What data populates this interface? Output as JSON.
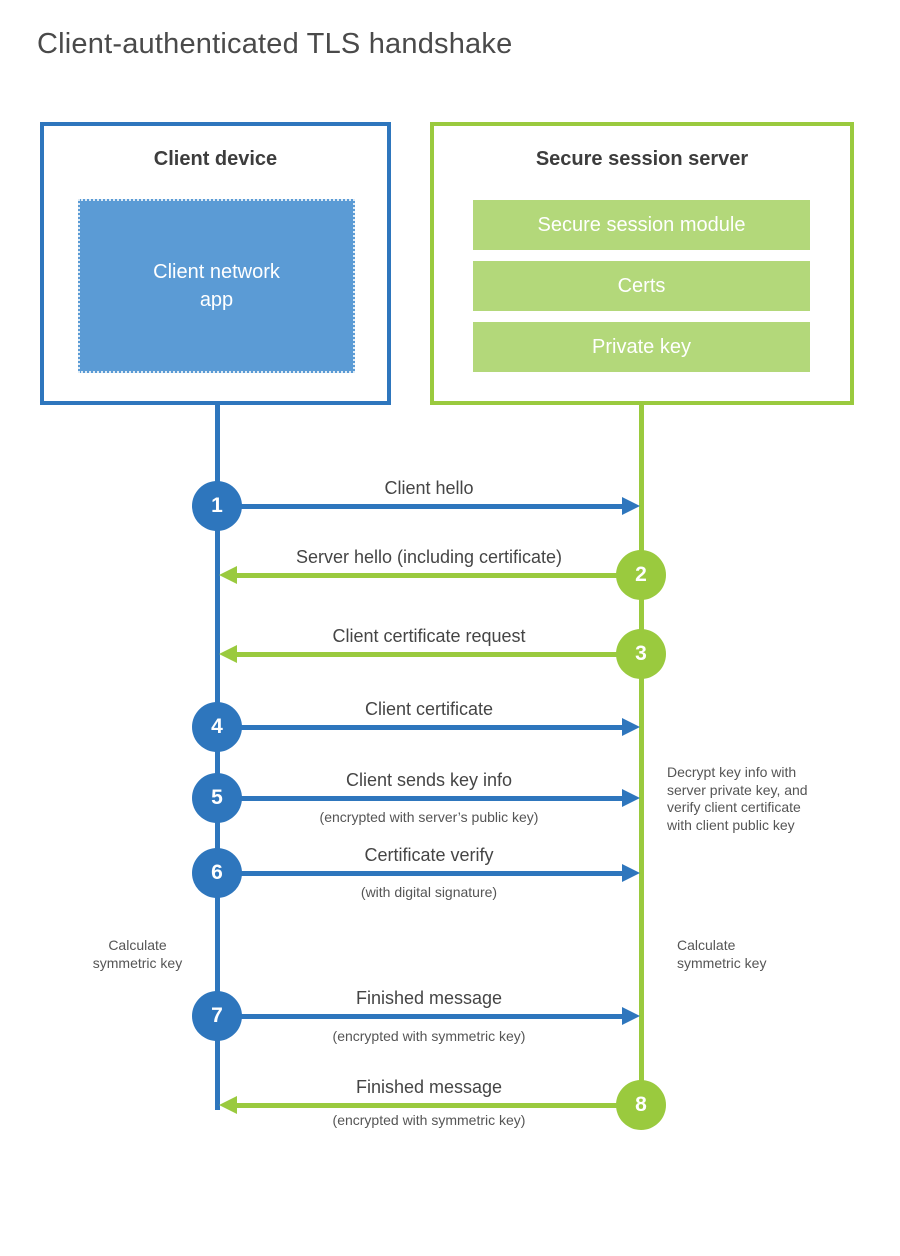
{
  "title": "Client-authenticated TLS handshake",
  "colors": {
    "blue_primary": "#2e76bd",
    "blue_fill": "#5b9bd5",
    "green_primary": "#9aca3e",
    "green_fill": "#b3d87a",
    "heading_text": "#3d3d3d",
    "label_text": "#454545",
    "note_text": "#555555"
  },
  "client_box": {
    "heading": "Client device",
    "app_label": "Client network\napp"
  },
  "server_box": {
    "heading": "Secure session server",
    "modules": [
      "Secure session module",
      "Certs",
      "Private key"
    ]
  },
  "steps": [
    {
      "number": "1",
      "label": "Client hello",
      "from": "client",
      "to": "server"
    },
    {
      "number": "2",
      "label": "Server hello (including certificate)",
      "from": "server",
      "to": "client"
    },
    {
      "number": "3",
      "label": "Client certificate request",
      "from": "server",
      "to": "client"
    },
    {
      "number": "4",
      "label": "Client certificate",
      "from": "client",
      "to": "server"
    },
    {
      "number": "5",
      "label": "Client sends key info",
      "sublabel": "(encrypted with server’s public key)",
      "from": "client",
      "to": "server"
    },
    {
      "number": "6",
      "label": "Certificate verify",
      "sublabel": "(with digital signature)",
      "from": "client",
      "to": "server"
    },
    {
      "number": "7",
      "label": "Finished message",
      "sublabel": "(encrypted with symmetric key)",
      "from": "client",
      "to": "server"
    },
    {
      "number": "8",
      "label": "Finished message",
      "sublabel": "(encrypted with symmetric key)",
      "from": "server",
      "to": "client"
    }
  ],
  "notes": {
    "decrypt_note": "Decrypt key info with\nserver private key, and\nverify client certificate\nwith client public key",
    "calculate_left": "Calculate\nsymmetric key",
    "calculate_right": "Calculate\nsymmetric key"
  }
}
